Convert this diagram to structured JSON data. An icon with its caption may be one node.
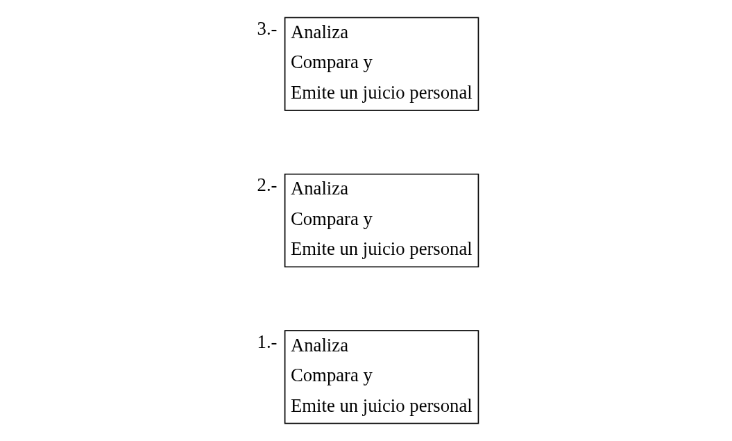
{
  "diagram": {
    "nodes": [
      {
        "text": [
          "Analiza",
          "Compara y",
          "Emite un juicio personal"
        ],
        "beside": [
          "1.-"
        ]
      },
      {
        "text": [
          "Analiza",
          "Compara y",
          "Emite un juicio personal"
        ],
        "beside": [
          "2.-"
        ]
      },
      {
        "text": [
          "Analiza",
          "Compara y",
          "Emite un juicio personal"
        ],
        "beside": [
          "3.-"
        ]
      }
    ]
  }
}
